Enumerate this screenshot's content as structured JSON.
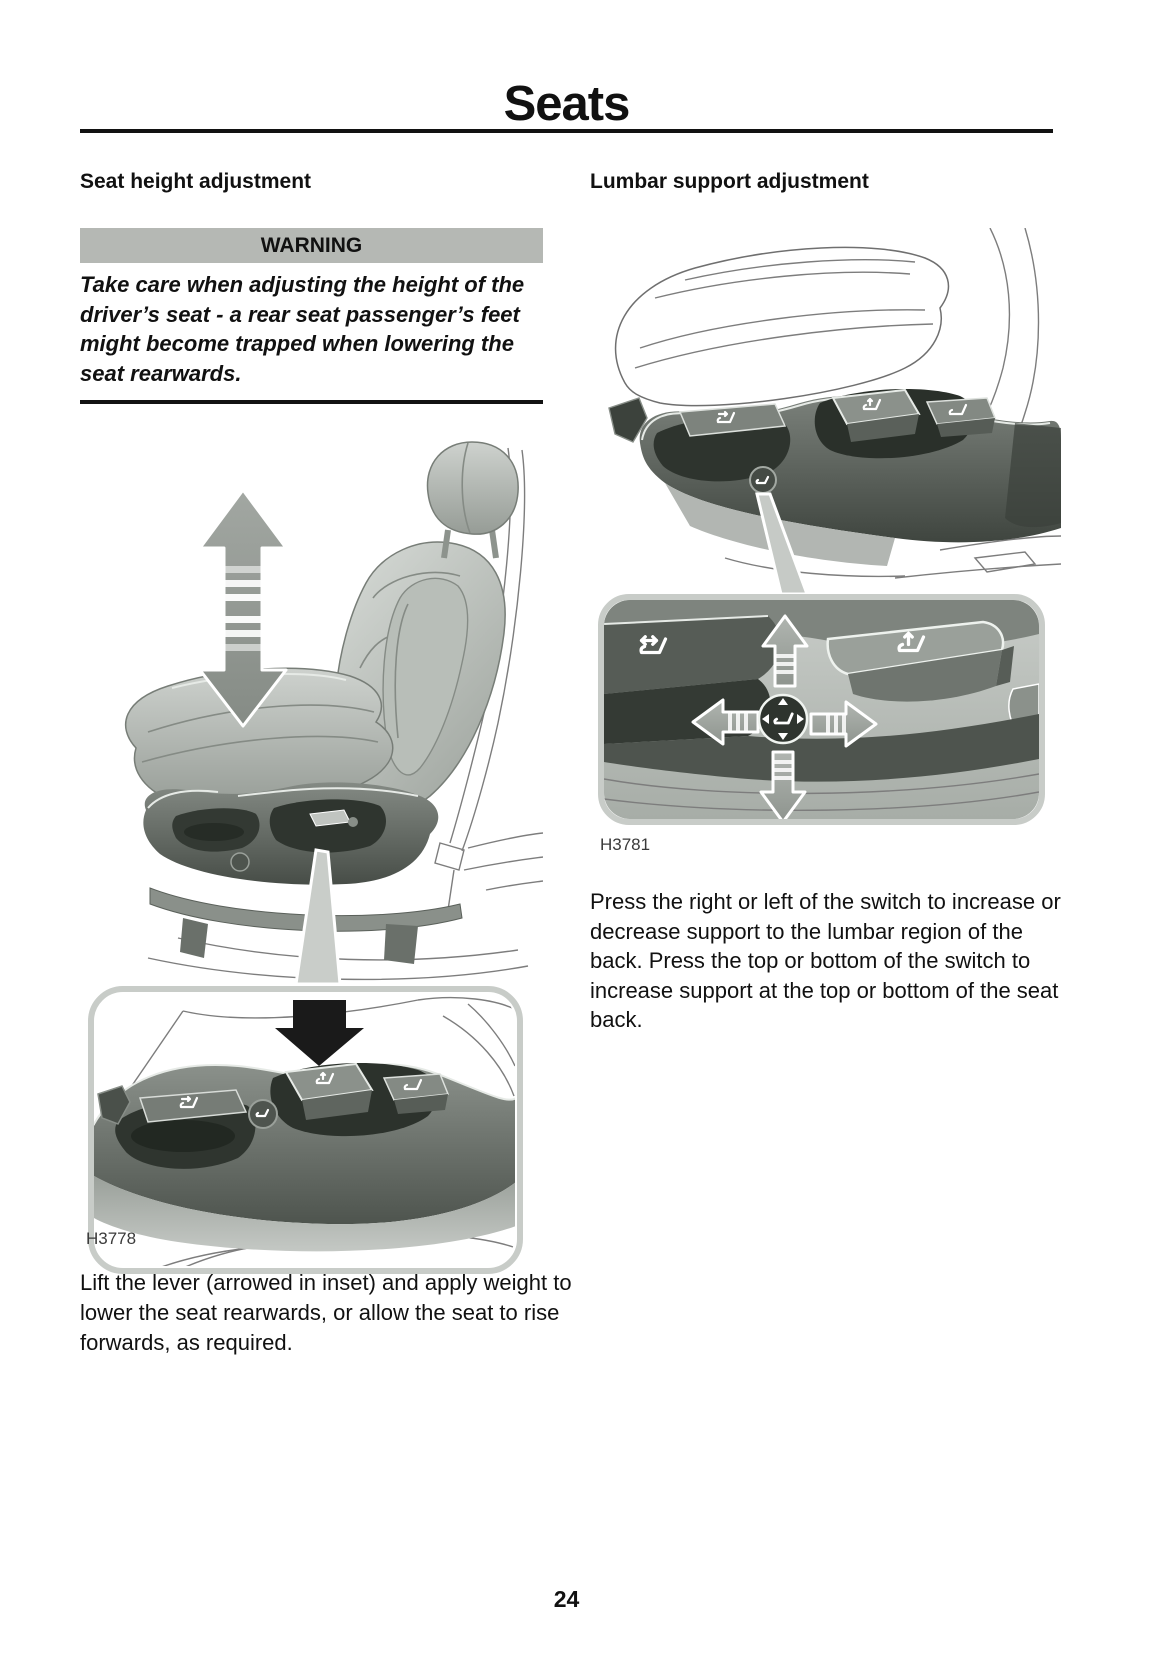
{
  "page": {
    "title": "Seats",
    "page_number": "24"
  },
  "colors": {
    "warning_background": "#b5b8b4",
    "figure_frame": "#c8ccc8",
    "illustration_dark_gray": "#333933",
    "illustration_mid_gray": "#8a908a",
    "text": "#111111"
  },
  "icons": {
    "seat_height_arrow": "up-down-double-arrow",
    "inset_callout_arrow": "down-arrow",
    "lumbar_switch_arrows": "four-way-arrows",
    "callout_pointer": "tapered-pointer-wedge",
    "switch_glyphs": "seat-profile-glyph"
  },
  "left_column": {
    "heading": "Seat height adjustment",
    "warning_title": "WARNING",
    "warning_body": "Take care when adjusting the height of the driver’s seat - a rear seat passenger’s feet might become trapped when lowering the seat rearwards.",
    "figure_label": "H3778",
    "body_text": "Lift the lever (arrowed in inset) and apply weight to lower the seat rearwards, or allow the seat to rise forwards, as required."
  },
  "right_column": {
    "heading": "Lumbar support adjustment",
    "figure_label": "H3781",
    "body_text": "Press the right or left of the switch to increase or decrease support to the lumbar region of the back. Press the top or bottom of the switch to increase support at the top or bottom of the seat back."
  }
}
